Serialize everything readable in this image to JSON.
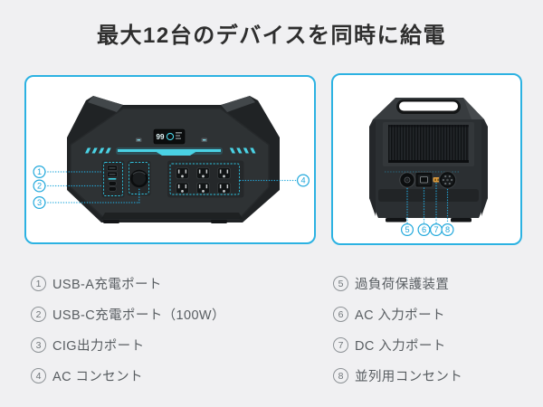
{
  "title": "最大12台のデバイスを同時に給電",
  "colors": {
    "accent_cyan": "#2cb2e2",
    "callout_cyan": "#23a9dc",
    "glow_cyan": "#4ad2e4",
    "page_bg": "#f0f0f2",
    "card_bg": "#ffffff",
    "device_body": "#2e3234",
    "dc_port_orange": "#dd9b3f",
    "title_text": "#2e2e2e",
    "legend_text": "#585d61"
  },
  "front_view": {
    "display_value": "99",
    "callouts": [
      "1",
      "2",
      "3",
      "4"
    ]
  },
  "back_view": {
    "callouts": [
      "5",
      "6",
      "7",
      "8"
    ]
  },
  "legend": {
    "left": [
      {
        "num": "1",
        "label": "USB-A充電ポート"
      },
      {
        "num": "2",
        "label": "USB-C充電ポート（100W）"
      },
      {
        "num": "3",
        "label": "CIG出力ポート"
      },
      {
        "num": "4",
        "label": "AC コンセント"
      }
    ],
    "right": [
      {
        "num": "5",
        "label": "過負荷保護装置"
      },
      {
        "num": "6",
        "label": "AC 入力ポート"
      },
      {
        "num": "7",
        "label": "DC 入力ポート"
      },
      {
        "num": "8",
        "label": "並列用コンセント"
      }
    ]
  }
}
